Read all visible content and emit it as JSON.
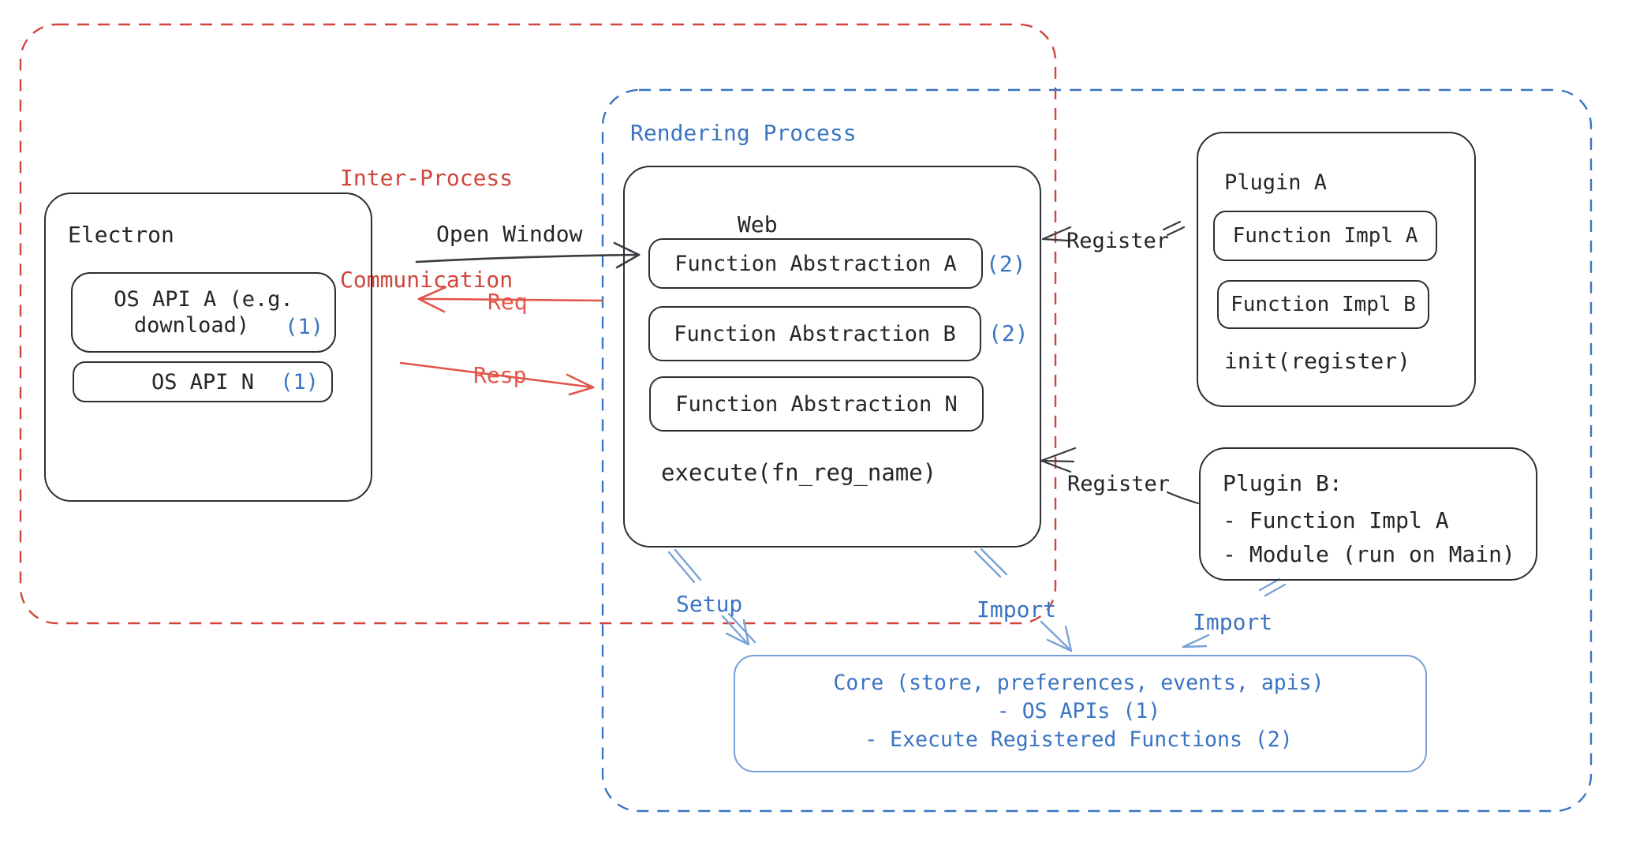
{
  "colors": {
    "red": "#d0453c",
    "red_arrow": "#e25549",
    "blue": "#3a74c2",
    "light_blue": "#7aa2d8",
    "black": "#25252a"
  },
  "ipc_box": {
    "label_line1": "Inter-Process",
    "label_line2": "Communication"
  },
  "rendering_box": {
    "label": "Rendering Process"
  },
  "electron": {
    "title": "Electron",
    "os_api_a": {
      "label_line1": "OS API A (e.g.",
      "label_line2": "download)",
      "badge": "(1)"
    },
    "os_api_n": {
      "label": "OS API N",
      "badge": "(1)"
    }
  },
  "web": {
    "title": "Web",
    "fn_a": {
      "label": "Function Abstraction A",
      "badge": "(2)"
    },
    "fn_b": {
      "label": "Function Abstraction B",
      "badge": "(2)"
    },
    "fn_n": {
      "label": "Function Abstraction N"
    },
    "execute": "execute(fn_reg_name)"
  },
  "plugin_a": {
    "title": "Plugin A",
    "impl_a": "Function Impl A",
    "impl_b": "Function Impl B",
    "init": "init(register)"
  },
  "plugin_b": {
    "title": "Plugin B:",
    "item1": "- Function Impl A",
    "item2": "- Module (run on Main)"
  },
  "core": {
    "line1": "Core (store, preferences, events, apis)",
    "line2": "- OS APIs (1)",
    "line3": "- Execute Registered Functions (2)"
  },
  "arrows": {
    "open_window": "Open Window",
    "req": "Req",
    "resp": "Resp",
    "register_a": "Register",
    "register_b": "Register",
    "setup": "Setup",
    "import_web": "Import",
    "import_plugin": "Import"
  }
}
